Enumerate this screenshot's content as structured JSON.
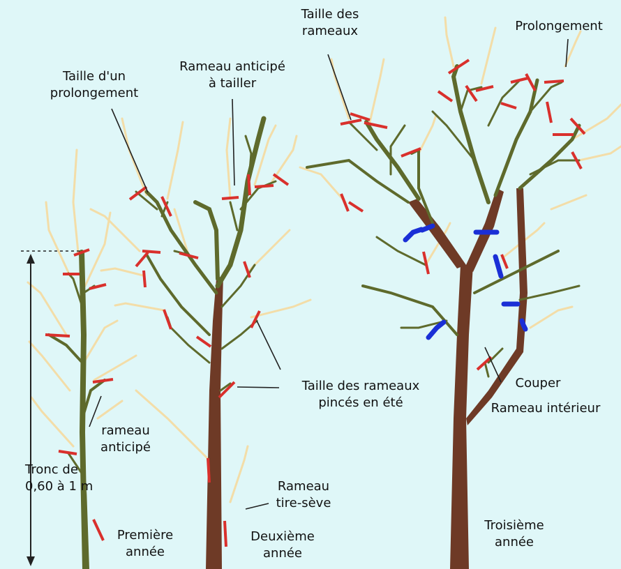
{
  "labels": {
    "taille_rameaux": [
      "Taille des",
      "rameaux"
    ],
    "prolongement": "Prolongement",
    "taille_prolongement": [
      "Taille d'un",
      "prolongement"
    ],
    "rameau_anticipe_tailler": [
      "Rameau anticipé",
      "à tailler"
    ],
    "taille_rameaux_pinces": [
      "Taille des rameaux",
      "pincés en été"
    ],
    "couper": "Couper",
    "rameau_interieur": "Rameau intérieur",
    "rameau_anticipe": [
      "rameau",
      "anticipé"
    ],
    "tronc": [
      "Tronc de",
      "0,60 à 1 m"
    ],
    "rameau_tire_seve": [
      "Rameau",
      "tire-sève"
    ],
    "premiere_annee": [
      "Première",
      "année"
    ],
    "deuxieme_annee": [
      "Deuxième",
      "année"
    ],
    "troisieme_annee": [
      "Troisième",
      "année"
    ]
  },
  "colors": {
    "background": "#dff7f8",
    "wood": "#5e6a2c",
    "trunk": "#6e3a26",
    "new_growth": "#f3dda8",
    "cut_mark": "#d9302c",
    "cut_mark_interior": "#1a2fd6"
  }
}
